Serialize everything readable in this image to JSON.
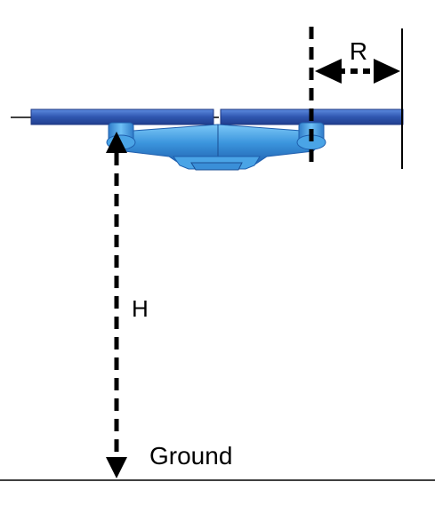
{
  "labels": {
    "radius": "R",
    "height": "H",
    "ground": "Ground"
  },
  "colors": {
    "background": "#ffffff",
    "line": "#000000",
    "rotor_dark": "#2b4a9e",
    "rotor_light": "#4a7ad8",
    "body_light": "#5ab4f0",
    "body_mid": "#3a8fd8",
    "body_dark": "#1f5fae"
  },
  "icons": {
    "drone": "quadcopter-side-view-icon"
  }
}
